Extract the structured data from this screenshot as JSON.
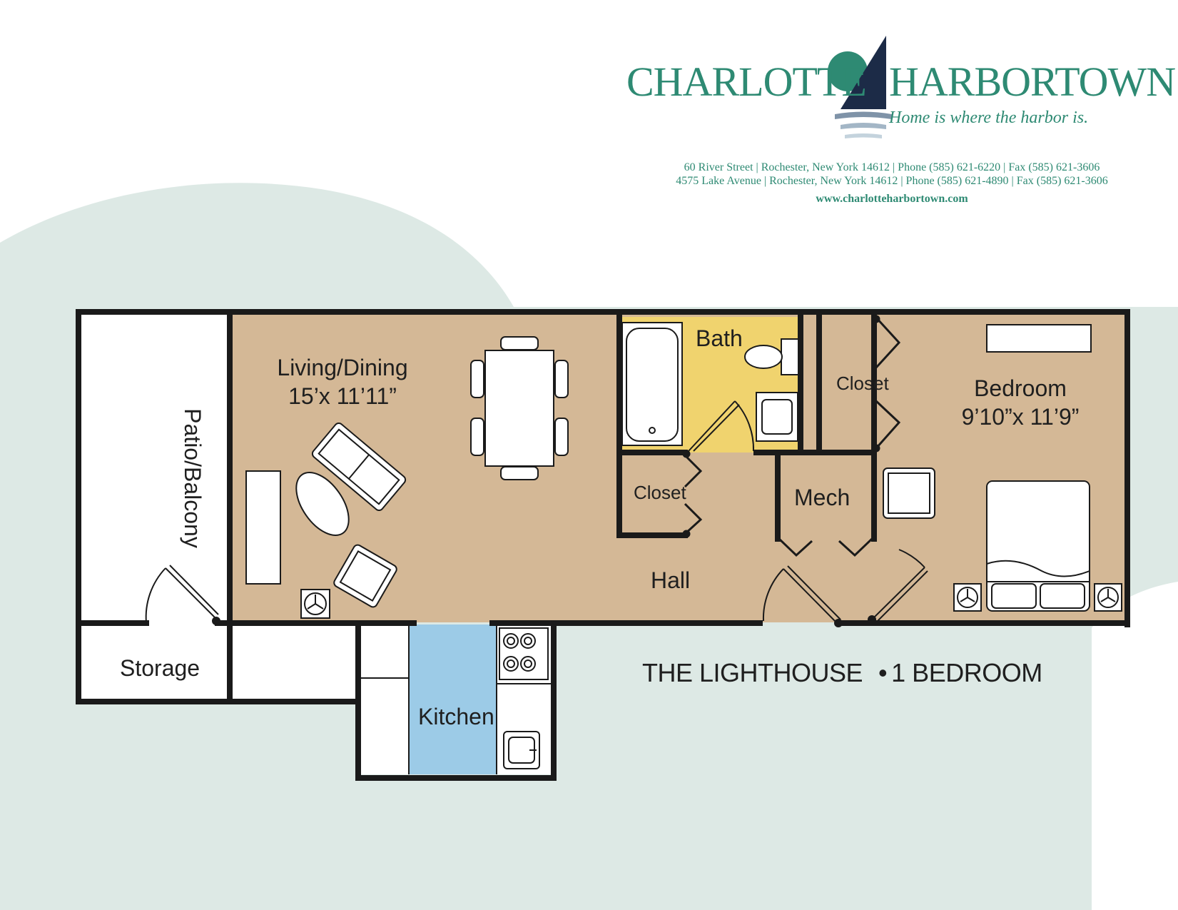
{
  "branding": {
    "name_left": "CHARLOTTE",
    "name_right": "HARBORTOWN",
    "tagline": "Home is where the harbor is.",
    "logo_icon": "sailboat-icon",
    "address_line_1": "60 River Street | Rochester, New York 14612 | Phone (585) 621-6220 | Fax (585) 621-3606",
    "address_line_2": "4575 Lake Avenue | Rochester, New York 14612 | Phone (585) 621-4890 | Fax (585) 621-3606",
    "website": "www.charlotteharbortown.com",
    "colors": {
      "brand_green": "#2e8a73",
      "sail_navy": "#1c2b47"
    }
  },
  "plan": {
    "name": "THE LIGHTHOUSE",
    "bullet": "•",
    "bedrooms": "1 BEDROOM"
  },
  "rooms": {
    "patio": "Patio/Balcony",
    "living": {
      "name": "Living/Dining",
      "dims": "15’x 11’11”"
    },
    "bath": "Bath",
    "closet_bedroom": "Closet",
    "bedroom": {
      "name": "Bedroom",
      "dims": "9’10”x 11’9”"
    },
    "closet_hall": "Closet",
    "mech": "Mech",
    "hall": "Hall",
    "storage": "Storage",
    "kitchen": "Kitchen"
  },
  "colors": {
    "floor_tan": "#d4b896",
    "bath_yellow": "#f0d36e",
    "kitchen_blue": "#9ccbe7",
    "background_wave": "#dde9e5",
    "wall": "#1a1a1a"
  },
  "icons": [
    "sailboat-icon",
    "bathtub-icon",
    "toilet-icon",
    "sink-icon",
    "dining-table-icon",
    "sofa-icon",
    "armchair-icon",
    "bed-icon",
    "fan-icon",
    "stove-icon",
    "door-swing-icon"
  ]
}
